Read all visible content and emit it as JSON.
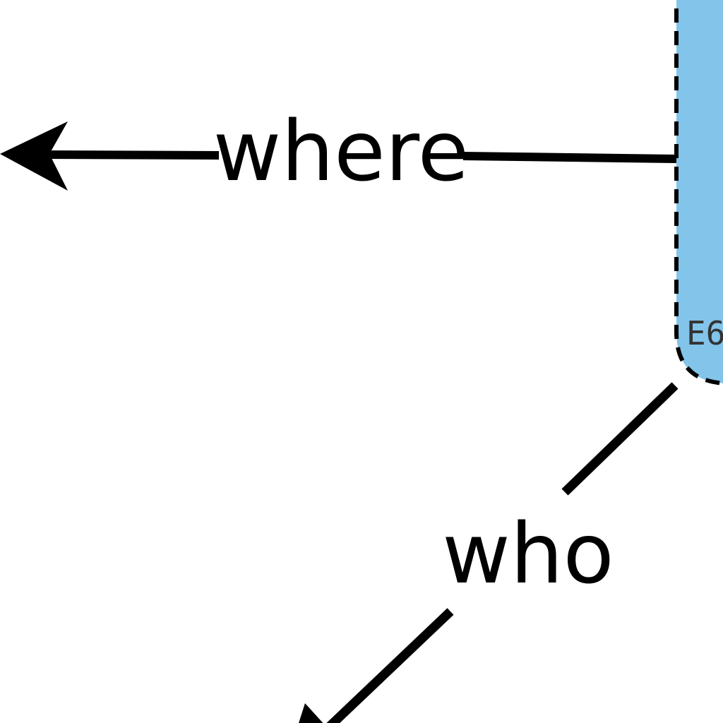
{
  "node": {
    "id_label": "E6",
    "fill_color": "#82c4ea",
    "border_color": "#000000",
    "border_style": "dashed"
  },
  "edges": [
    {
      "label": "where",
      "direction": "left"
    },
    {
      "label": "who",
      "direction": "down-left"
    }
  ],
  "colors": {
    "background": "#ffffff",
    "line": "#000000",
    "text": "#000000"
  }
}
